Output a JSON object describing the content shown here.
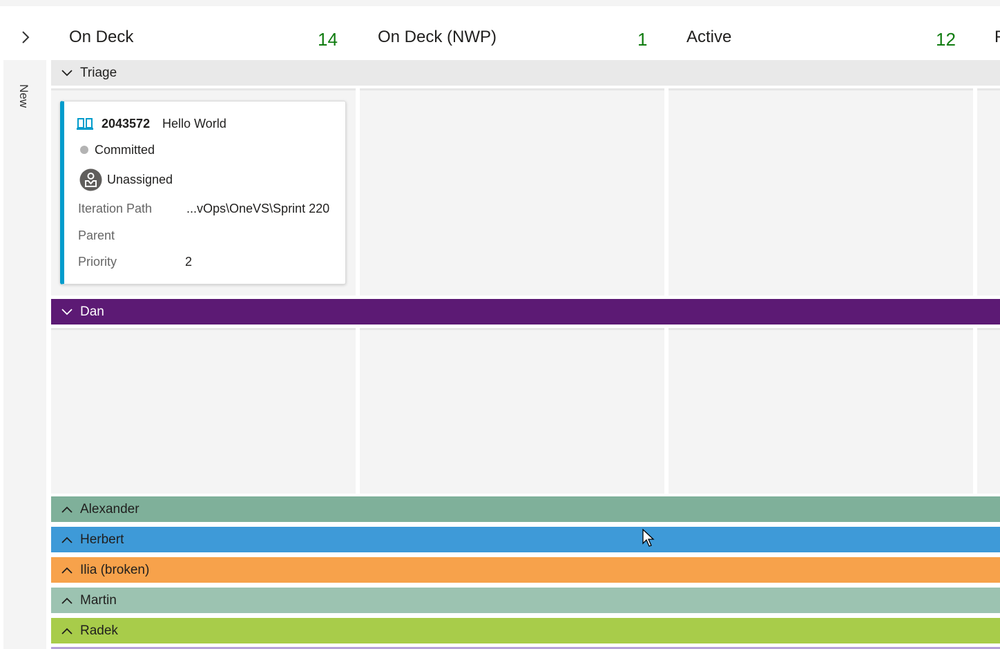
{
  "sidebar": {
    "label": "New",
    "expand_icon": "chevron-right-icon"
  },
  "columns": [
    {
      "title": "On Deck",
      "count": "14"
    },
    {
      "title": "On Deck (NWP)",
      "count": "1"
    },
    {
      "title": "Active",
      "count": "12"
    },
    {
      "title": "F"
    }
  ],
  "lanes": [
    {
      "name": "Triage",
      "expanded": true,
      "color": "#e9e9e9",
      "text_color": "#201f1e"
    },
    {
      "name": "Dan",
      "expanded": true,
      "color": "#5c1a74",
      "text_color": "#ffffff"
    },
    {
      "name": "Alexander",
      "expanded": false,
      "color": "#7fb09a",
      "text_color": "#201f1e"
    },
    {
      "name": "Herbert",
      "expanded": false,
      "color": "#3e9ad8",
      "text_color": "#201f1e"
    },
    {
      "name": "Ilia (broken)",
      "expanded": false,
      "color": "#f7a24b",
      "text_color": "#201f1e"
    },
    {
      "name": "Martin",
      "expanded": false,
      "color": "#9cc3b1",
      "text_color": "#201f1e"
    },
    {
      "name": "Radek",
      "expanded": false,
      "color": "#a8cc4a",
      "text_color": "#201f1e"
    }
  ],
  "card": {
    "id": "2043572",
    "title": "Hello World",
    "type_icon": "book-icon",
    "accent_color": "#009ccc",
    "state": "Committed",
    "assignee": "Unassigned",
    "fields": [
      {
        "label": "Iteration Path",
        "value": "...vOps\\OneVS\\Sprint 220"
      },
      {
        "label": "Parent",
        "value": ""
      },
      {
        "label": "Priority",
        "value": "2"
      }
    ]
  }
}
